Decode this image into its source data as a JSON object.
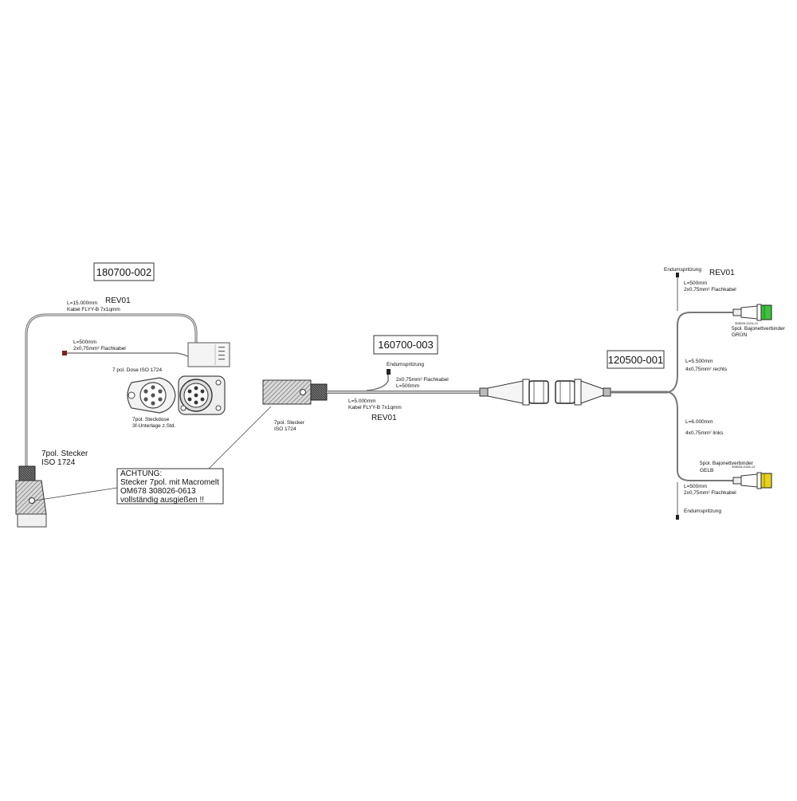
{
  "colors": {
    "line": "#555555",
    "cable": "#8a8a8a",
    "green_connector": "#3cc23c",
    "yellow_connector": "#e6d21c"
  },
  "left": {
    "part_number": "180700-002",
    "rev": "REV01",
    "cable_length": "L=15.000mm",
    "cable_type": "Kabel FLYY-B 7x1qmm",
    "flat_length": "L=500mm",
    "flat_cable": "2x0,75mm² Flachkabel",
    "socket_title": "7 pol. Dose ISO 1724",
    "socket_desc1": "7pol. Steckdose",
    "socket_desc2": "3f-Unterlage z.Std.",
    "plug_label1": "7pol. Stecker",
    "plug_label2": "ISO 1724"
  },
  "warning": {
    "line1": "ACHTUNG:",
    "line2": "Stecker 7pol. mit Macromelt",
    "line3": "OM678   308026-0613",
    "line4": "vollständig ausgießen !!"
  },
  "middle": {
    "part_number": "160700-003",
    "endum": "Endumspritzung",
    "flat_cable": "2x0,75mm² Flachkabel",
    "flat_length": "L=500mm",
    "cable_length": "L=5.000mm",
    "cable_type": "Kabel FLYY-B 7x1qmm",
    "rev": "REV01",
    "plug_label1": "7pol. Stecker",
    "plug_label2": "ISO 1724"
  },
  "right": {
    "part_number": "120500-001",
    "rev": "REV01",
    "endum_top": "Endumspritzung",
    "top_flat_length": "L=500mm",
    "top_flat_cable": "2x0,75mm² Flachkabel",
    "green_code": "308026-0104-11",
    "green_label1": "5pol. Bajonettverbinder",
    "green_label2": "GRÜN",
    "right_length": "L=5.500mm",
    "right_cable": "4x0,75mm² rechts",
    "left_length": "L=6.000mm",
    "left_cable": "4x0,75mm² links",
    "yellow_label1": "5pol. Bajonettverbinder",
    "yellow_label2": "GELB",
    "yellow_code": "308026-0105-12",
    "bottom_flat_length": "L=500mm",
    "bottom_flat_cable": "2x0,75mm² Flachkabel",
    "endum_bottom": "Endumspritzung"
  }
}
